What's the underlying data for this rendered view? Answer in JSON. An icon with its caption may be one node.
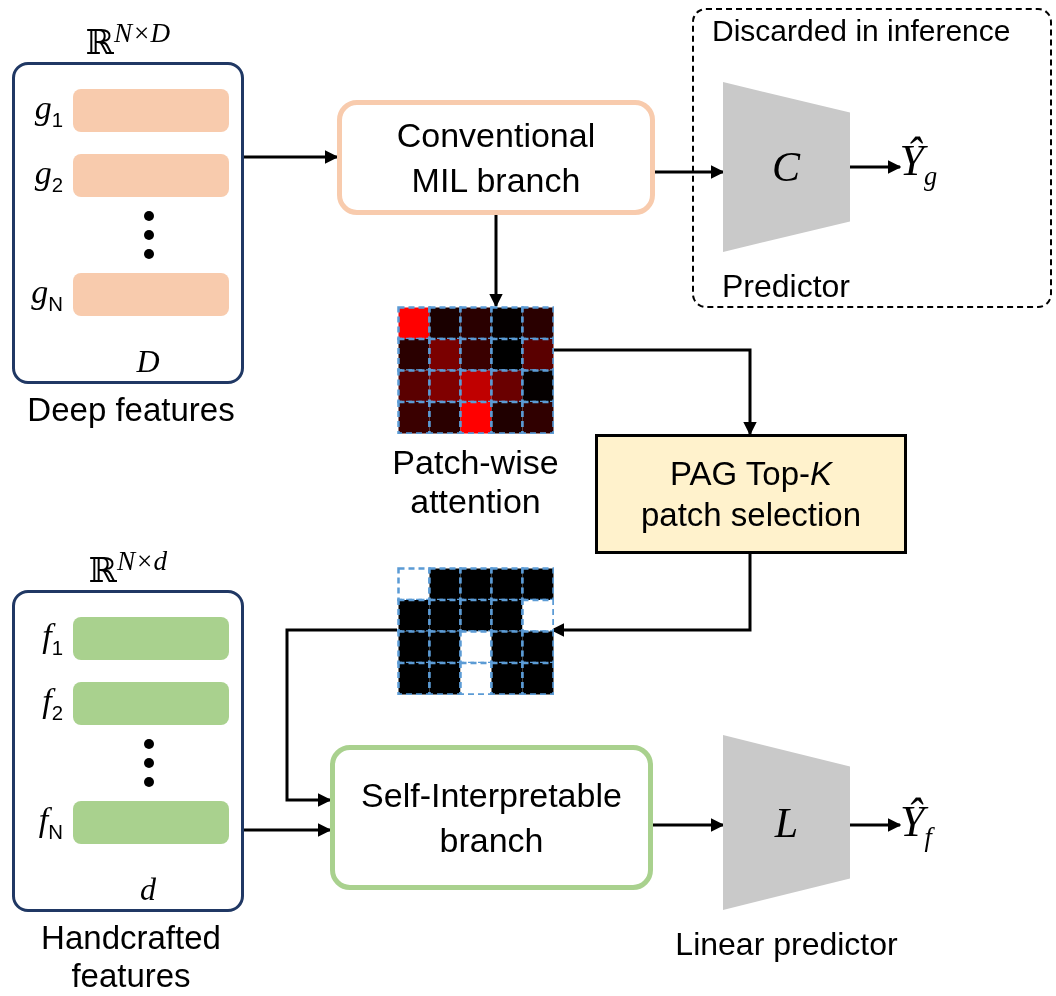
{
  "diagram": {
    "nodes": [
      {
        "text": [
          "ℝ$^{N×D}$",
          "D"
        ],
        "beside": [
          "Deep features"
        ]
      },
      {
        "text": [],
        "shape": "bar",
        "in": 0,
        "beside": [
          "g$_{1}$"
        ]
      },
      {
        "text": [],
        "shape": "bar",
        "in": 0,
        "beside": [
          "g$_{2}$"
        ]
      },
      {
        "text": [],
        "shape": "bar",
        "in": 0,
        "beside": [
          "g$_{N}$"
        ]
      },
      {
        "text": [
          "Conventional MIL branch"
        ]
      },
      {
        "text": [
          "Discarded in inference"
        ]
      },
      {
        "text": [
          "C"
        ],
        "in": 5,
        "beside": [
          "Predictor"
        ]
      },
      {
        "text": [
          "Ŷ$_{g}$"
        ],
        "in": 5
      },
      {
        "text": [],
        "shape": "picture",
        "beside": [
          "Patch-wise attention"
        ]
      },
      {
        "text": [
          "PAG Top-*K* patch selection"
        ]
      },
      {
        "text": [],
        "shape": "picture"
      },
      {
        "text": [
          "ℝ$^{N×d}$",
          "d"
        ],
        "beside": [
          "Handcrafted features"
        ]
      },
      {
        "text": [],
        "shape": "bar",
        "in": 11,
        "beside": [
          "f$_{1}$"
        ]
      },
      {
        "text": [],
        "shape": "bar",
        "in": 11,
        "beside": [
          "f$_{2}$"
        ]
      },
      {
        "text": [],
        "shape": "bar",
        "in": 11,
        "beside": [
          "f$_{N}$"
        ]
      },
      {
        "text": [
          "Self-Interpretable branch"
        ]
      },
      {
        "text": [
          "L"
        ],
        "beside": [
          "Linear predictor"
        ]
      },
      {
        "text": [
          "Ŷ$_{f}$"
        ]
      }
    ],
    "edges": [
      {
        "from": 0,
        "to": 4,
        "arrow": "to"
      },
      {
        "from": 4,
        "to": 6,
        "arrow": "to"
      },
      {
        "from": 6,
        "to": 7,
        "arrow": "to"
      },
      {
        "from": 4,
        "to": 8,
        "arrow": "to"
      },
      {
        "from": 8,
        "to": 9,
        "arrow": "to"
      },
      {
        "from": 9,
        "to": 10,
        "arrow": "to"
      },
      {
        "from": 10,
        "to": 15,
        "arrow": "to"
      },
      {
        "from": 11,
        "to": 15,
        "arrow": "to"
      },
      {
        "from": 15,
        "to": 16,
        "arrow": "to"
      },
      {
        "from": 16,
        "to": 17,
        "arrow": "to"
      }
    ]
  }
}
